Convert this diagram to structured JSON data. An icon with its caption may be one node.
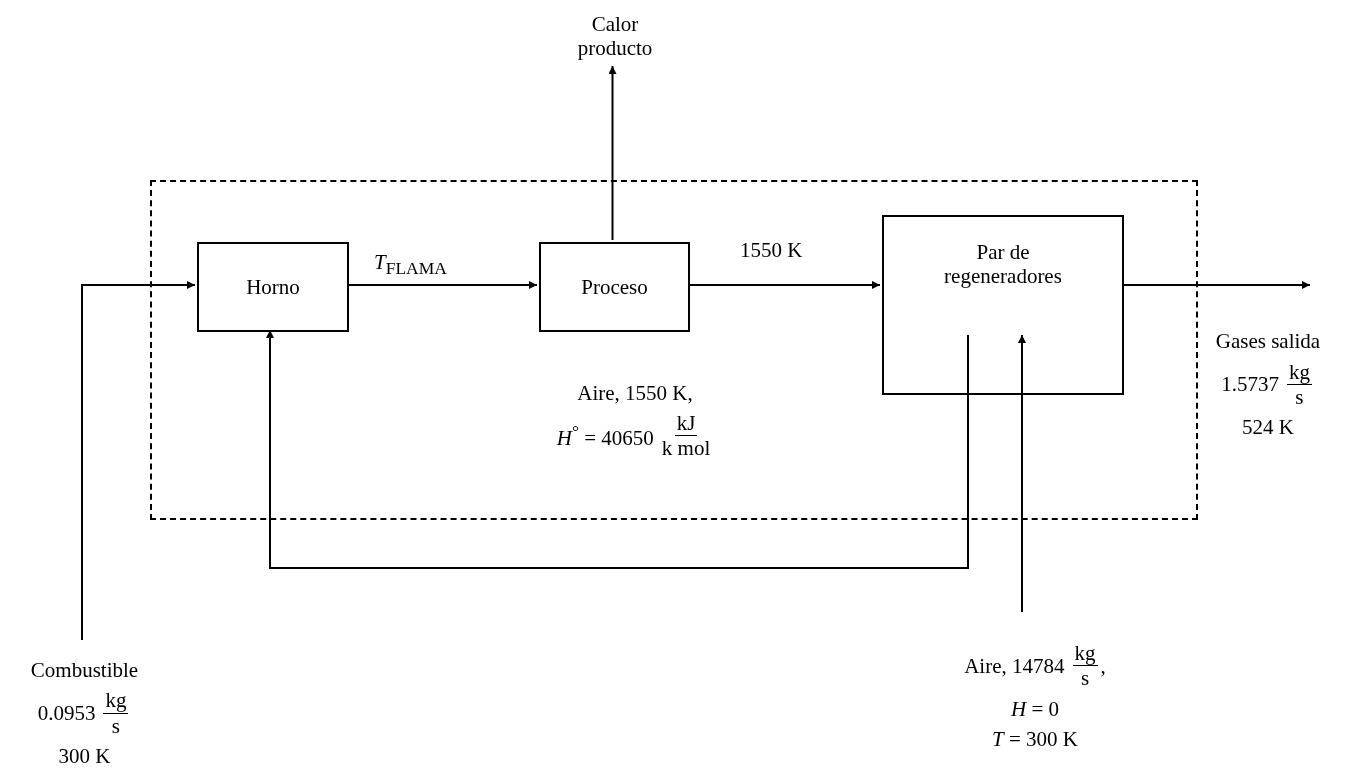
{
  "diagram": {
    "nodes": [
      {
        "text": [],
        "shape": "box"
      },
      {
        "text": [
          "Horno"
        ],
        "in": 0
      },
      {
        "text": [
          "Proceso"
        ],
        "in": 0
      },
      {
        "text": [
          "Par de regeneradores"
        ],
        "in": 0
      },
      {
        "text": [
          "Calor producto"
        ]
      },
      {
        "text": [
          "Combustible",
          "0.0953",
          "kg",
          "s",
          "300 K"
        ]
      },
      {
        "text": [
          "Gases salida",
          "1.5737",
          "kg",
          "s",
          "524 K"
        ]
      },
      {
        "text": [
          "Aire, 14784",
          "kg",
          "s",
          ",",
          "*H* = 0",
          "*T* = 300 K"
        ]
      }
    ],
    "edges": [
      {
        "from": 5,
        "to": 1,
        "arrow": "to"
      },
      {
        "from": 1,
        "to": 2,
        "arrow": "to",
        "label": "*T*$_{FLAMA}$"
      },
      {
        "from": 2,
        "to": 4,
        "arrow": "to"
      },
      {
        "from": 2,
        "to": 3,
        "arrow": "to",
        "label": "1550 K"
      },
      {
        "from": 3,
        "to": 6,
        "arrow": "to"
      },
      {
        "from": 7,
        "to": 3,
        "arrow": "to"
      },
      {
        "from": 3,
        "to": 1,
        "arrow": "to"
      }
    ],
    "labels": [
      "Aire, 1550 K,",
      "*H*$^{°}$ = 40650",
      "kJ",
      "k mol"
    ]
  }
}
